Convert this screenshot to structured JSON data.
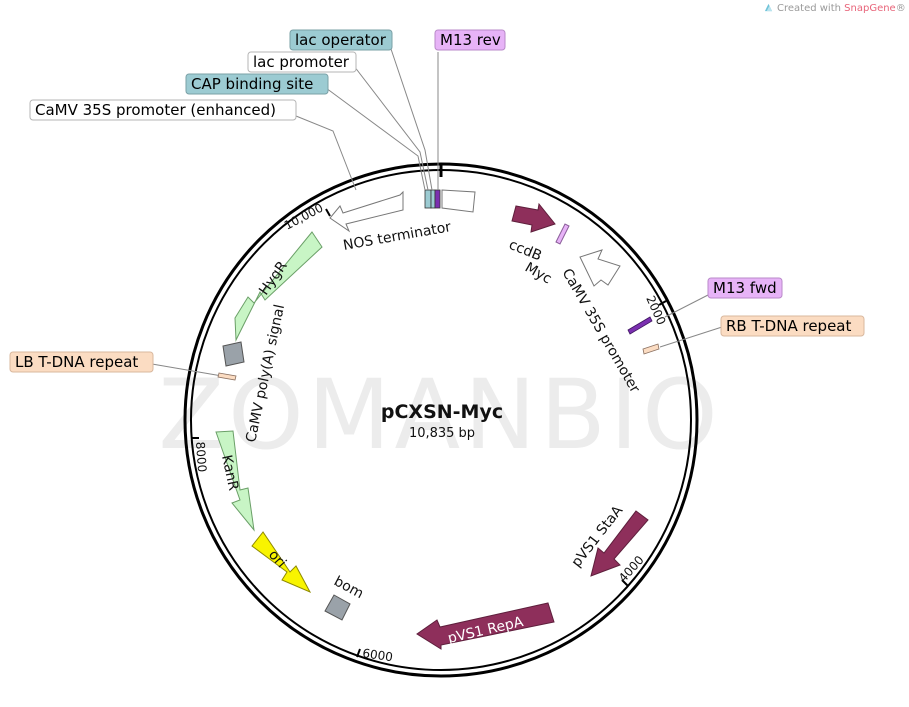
{
  "branding": {
    "prefix": "Created with ",
    "product": "SnapGene",
    "suffix": "®",
    "watermark": "ZOMANBIO"
  },
  "plasmid": {
    "name": "pCXSN-Myc",
    "size_label": "10,835 bp"
  },
  "colors": {
    "backbone": "#000000",
    "promoter_blue": "#9ccbd2",
    "primer_purple": "#e7b3f7",
    "repeat_orange": "#fbdcc2",
    "maroon": "#8e2f5b",
    "green": "#c8f5c5",
    "ori_yellow": "#f8f400",
    "grey": "#9aa2a9",
    "white_feature": "#ffffff"
  },
  "callouts": [
    {
      "id": "lac-operator",
      "text": "lac operator",
      "style": "blue"
    },
    {
      "id": "m13-rev",
      "text": "M13 rev",
      "style": "purple"
    },
    {
      "id": "lac-promoter",
      "text": "lac promoter",
      "style": "white"
    },
    {
      "id": "cap-binding-site",
      "text": "CAP binding site",
      "style": "blue"
    },
    {
      "id": "camv-35s-enhanced",
      "text": "CaMV 35S promoter (enhanced)",
      "style": "white"
    },
    {
      "id": "m13-fwd",
      "text": "M13 fwd",
      "style": "purple"
    },
    {
      "id": "rb-tdna",
      "text": "RB T-DNA repeat",
      "style": "orange"
    },
    {
      "id": "lb-tdna",
      "text": "LB T-DNA repeat",
      "style": "orange"
    }
  ],
  "features": [
    {
      "id": "nos-terminator",
      "label": "NOS terminator"
    },
    {
      "id": "hygr",
      "label": "HygR"
    },
    {
      "id": "camv-polya",
      "label": "CaMV poly(A) signal"
    },
    {
      "id": "kanr",
      "label": "KanR"
    },
    {
      "id": "ori",
      "label": "ori"
    },
    {
      "id": "bom",
      "label": "bom"
    },
    {
      "id": "pvs1-repa",
      "label": "pVS1 RepA"
    },
    {
      "id": "pvs1-staa",
      "label": "pVS1 StaA"
    },
    {
      "id": "ccdb",
      "label": "ccdB"
    },
    {
      "id": "myc",
      "label": "Myc"
    },
    {
      "id": "camv-35s",
      "label": "CaMV 35S promoter"
    }
  ],
  "ticks": [
    {
      "id": "t2000",
      "label": "2000"
    },
    {
      "id": "t4000",
      "label": "4000"
    },
    {
      "id": "t6000",
      "label": "6000"
    },
    {
      "id": "t8000",
      "label": "8000"
    },
    {
      "id": "t10000",
      "label": "10,000"
    }
  ]
}
